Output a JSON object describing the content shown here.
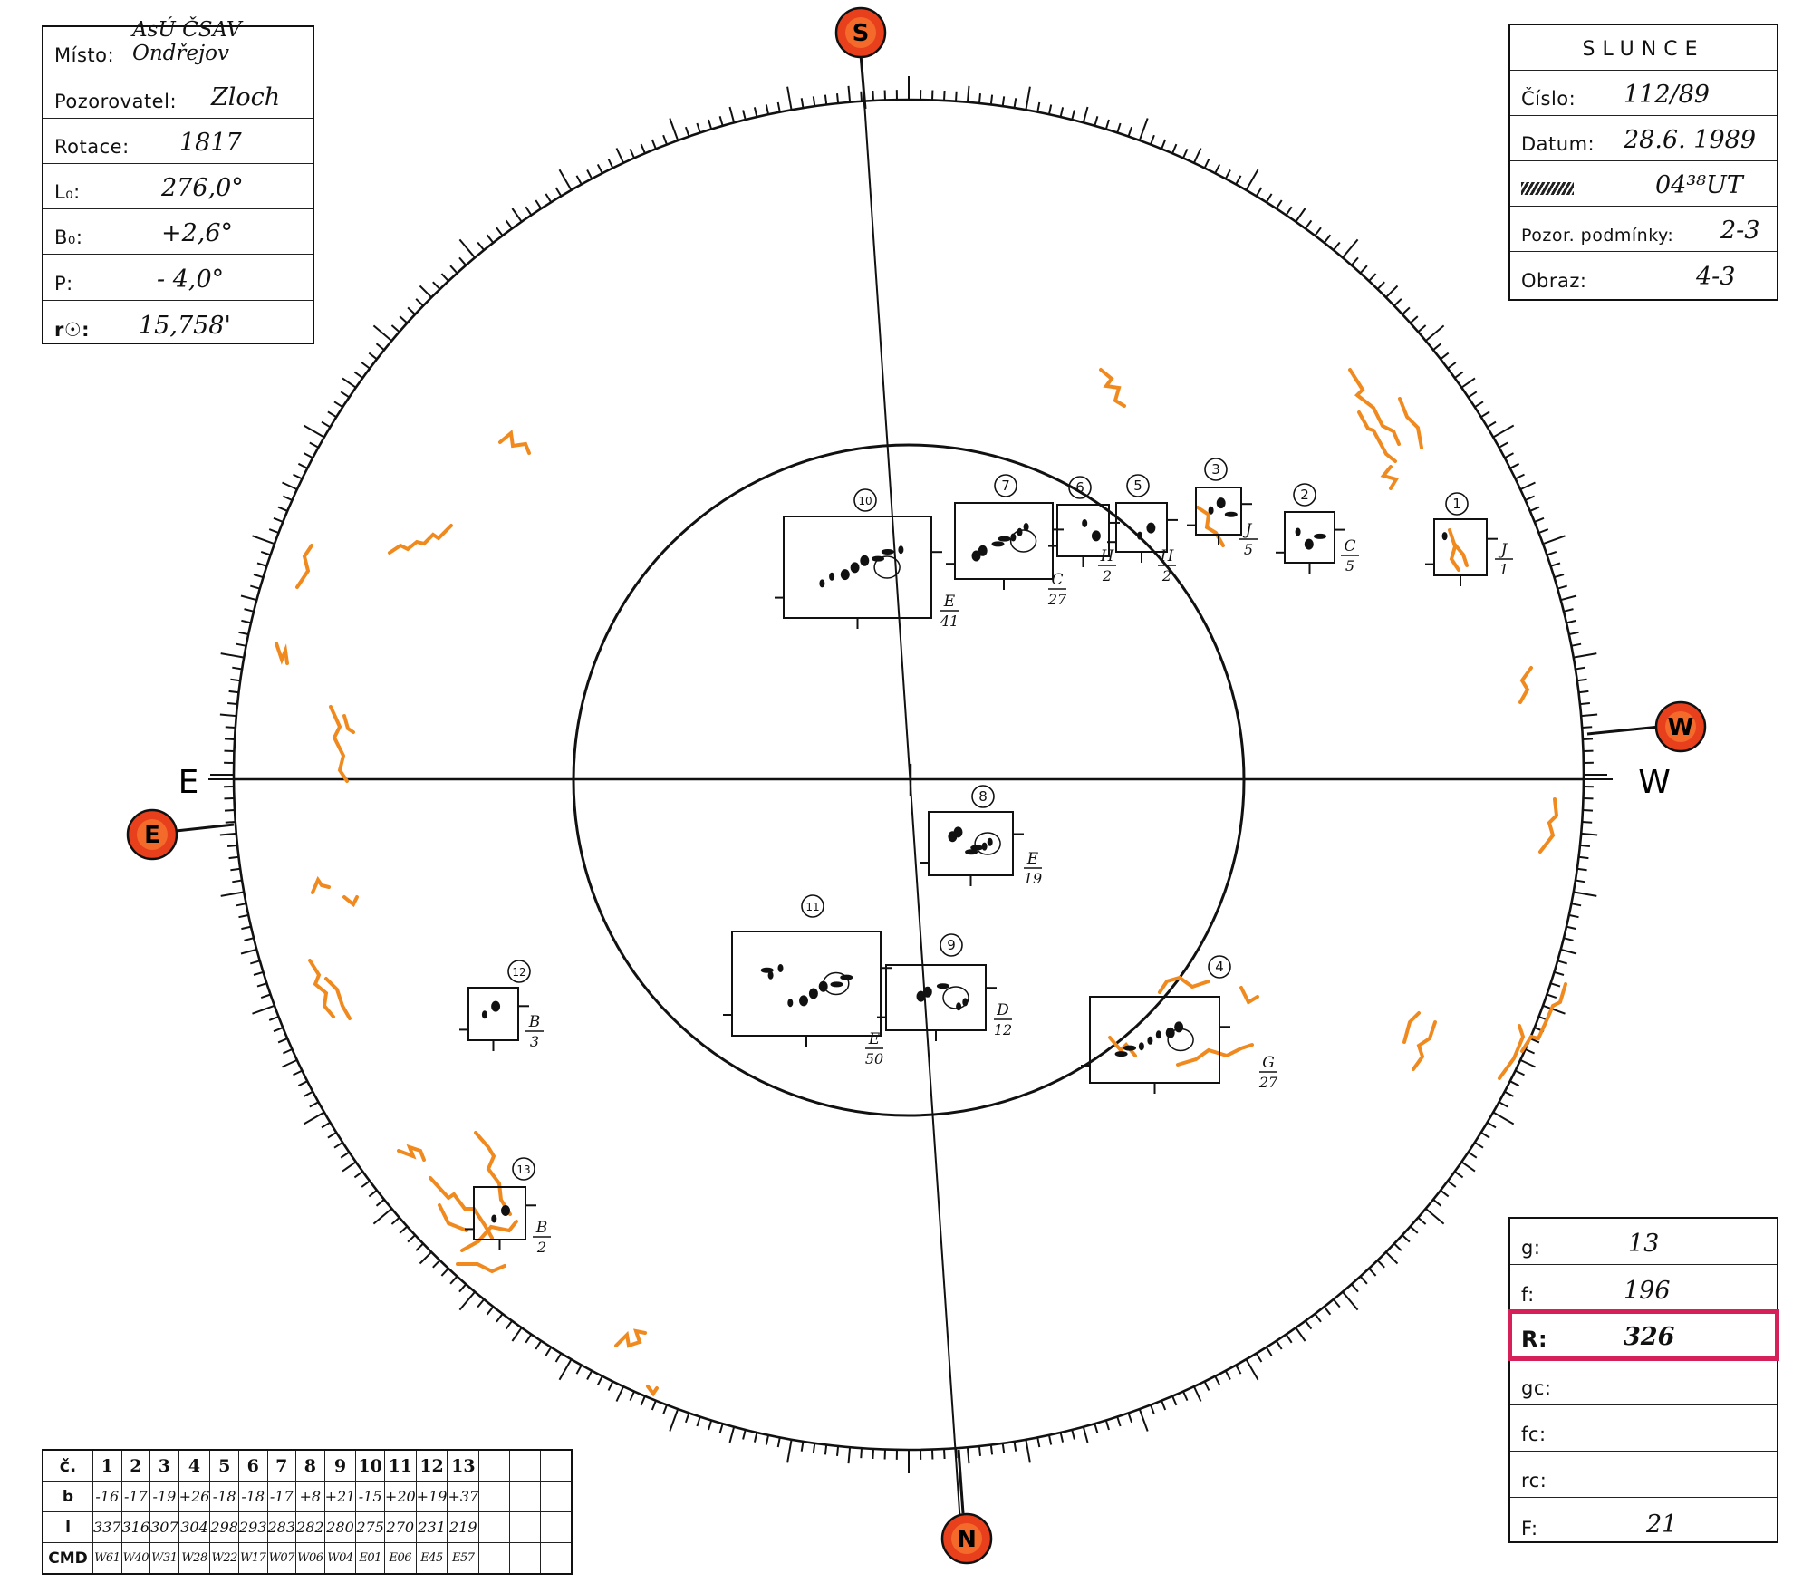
{
  "observation": {
    "rows": [
      {
        "label": "Místo:",
        "value": "AsÚ ČSAV Ondřejov"
      },
      {
        "label": "Pozorovatel:",
        "value": "Zloch"
      },
      {
        "label": "Rotace:",
        "value": "1817"
      },
      {
        "label": "L₀:",
        "value": "276,0°"
      },
      {
        "label": "B₀:",
        "value": "+2,6°"
      },
      {
        "label": "P:",
        "value": "- 4,0°"
      },
      {
        "label": "r☉:",
        "value": "15,758'"
      }
    ]
  },
  "sun_header": {
    "title": "SLUNCE",
    "rows": [
      {
        "label": "Číslo:",
        "value": "112/89"
      },
      {
        "label": "Datum:",
        "value": "28.6. 1989"
      },
      {
        "label": "",
        "value": "04³⁸UT"
      },
      {
        "label": "Pozor. podmínky:",
        "value": "2-3"
      },
      {
        "label": "Obraz:",
        "value": "4-3"
      }
    ]
  },
  "counts": {
    "rows": [
      {
        "label": "g:",
        "value": "13"
      },
      {
        "label": "f:",
        "value": "196"
      },
      {
        "label": "R:",
        "value": "326"
      },
      {
        "label": "gc:",
        "value": ""
      },
      {
        "label": "fc:",
        "value": ""
      },
      {
        "label": "rc:",
        "value": ""
      },
      {
        "label": "F:",
        "value": "21"
      }
    ]
  },
  "group_table": {
    "row_labels": [
      "č.",
      "b",
      "l",
      "CMD"
    ],
    "numbers": [
      "1",
      "2",
      "3",
      "4",
      "5",
      "6",
      "7",
      "8",
      "9",
      "10",
      "11",
      "12",
      "13"
    ],
    "b": [
      "-16",
      "-17",
      "-19",
      "+26",
      "-18",
      "-18",
      "-17",
      "+8",
      "+21",
      "-15",
      "+20",
      "+19",
      "+37"
    ],
    "l": [
      "337",
      "316",
      "307",
      "304",
      "298",
      "293",
      "283",
      "282",
      "280",
      "275",
      "270",
      "231",
      "219"
    ],
    "cmd": [
      "W61",
      "W40",
      "W31",
      "W28",
      "W22",
      "W17",
      "W07",
      "W06",
      "W04",
      "E01",
      "E06",
      "E45",
      "E57"
    ]
  },
  "compass": {
    "top": "S",
    "bottom": "N",
    "left_marker": "E",
    "right_marker": "W",
    "axis_left": "E",
    "axis_right": "W"
  },
  "groups": [
    {
      "num": "1",
      "cls": "J",
      "count": "1"
    },
    {
      "num": "2",
      "cls": "C",
      "count": "5"
    },
    {
      "num": "3",
      "cls": "J",
      "count": "5"
    },
    {
      "num": "4",
      "cls": "G",
      "count": "27"
    },
    {
      "num": "5",
      "cls": "H",
      "count": "2"
    },
    {
      "num": "6",
      "cls": "H",
      "count": "2"
    },
    {
      "num": "7",
      "cls": "C",
      "count": "27"
    },
    {
      "num": "8",
      "cls": "E",
      "count": "19"
    },
    {
      "num": "9",
      "cls": "D",
      "count": "12"
    },
    {
      "num": "10",
      "cls": "E",
      "count": "41"
    },
    {
      "num": "11",
      "cls": "E",
      "count": "50"
    },
    {
      "num": "12",
      "cls": "B",
      "count": "3"
    },
    {
      "num": "13",
      "cls": "B",
      "count": "2"
    }
  ],
  "colors": {
    "faculae": "#f08a1e",
    "marker": "#e8401c",
    "highlight": "#d6205a"
  }
}
